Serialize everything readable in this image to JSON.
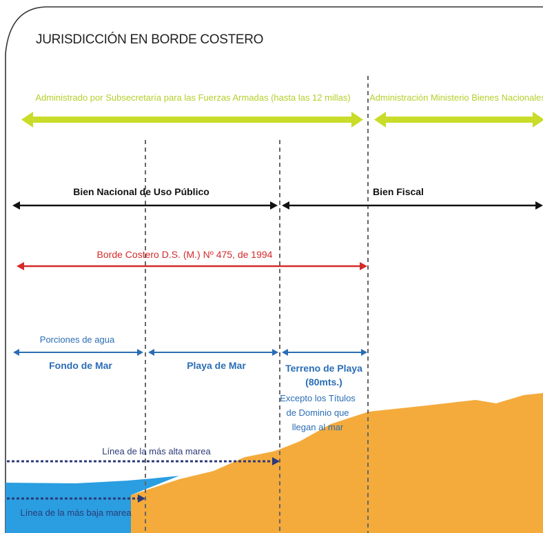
{
  "title": "JURISDICCIÓN EN BORDE COSTERO",
  "admin": {
    "left_label": "Administrado por Subsecretaría para las Fuerzas Armadas (hasta las 12 millas)",
    "right_label": "Administración Ministerio Bienes Nacionales"
  },
  "ownership": {
    "left_label": "Bien Nacional de Uso Público",
    "right_label": "Bien Fiscal"
  },
  "decree": {
    "label": "Borde Costero D.S. (M.) Nº 475, de 1994"
  },
  "zones": {
    "water_portions_label": "Porciones de agua",
    "fondo_label": "Fondo de Mar",
    "playa_label": "Playa de Mar",
    "terreno_line1": "Terreno de Playa",
    "terreno_line2": "(80mts.)",
    "exception_line1": "Excepto los Títulos",
    "exception_line2": "de Dominio que",
    "exception_line3": "llegan al mar"
  },
  "tides": {
    "high_label": "Línea de la más alta marea",
    "low_label": "Línea de la más baja marea"
  },
  "colors": {
    "admin_arrow": "#c9dc2a",
    "ownership_arrow": "#111111",
    "decree_arrow": "#d42a2a",
    "zone_arrow": "#2a6db5",
    "tide_arrow": "#2b3a78",
    "land": "#f4ab3c",
    "sea": "#2a9ee0",
    "divider": "#666666",
    "frame": "#333333"
  }
}
